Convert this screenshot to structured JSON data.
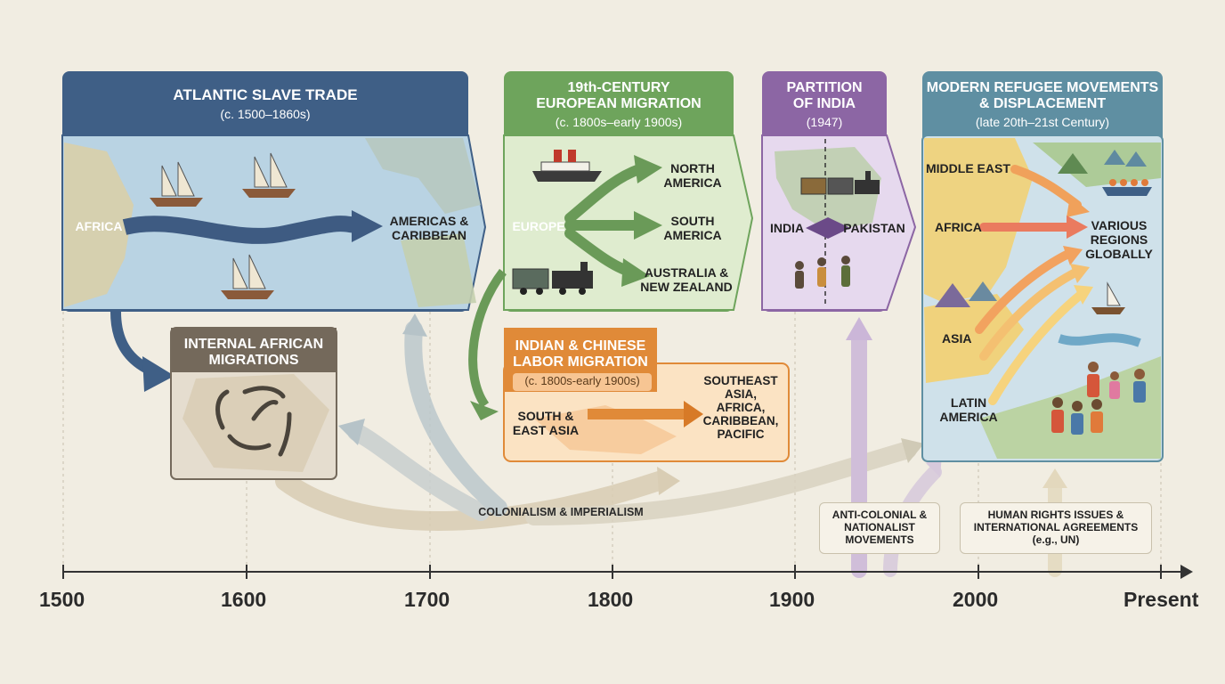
{
  "colors": {
    "background": "#f1ede2",
    "slave_trade": "#3f5f86",
    "european": "#6ea45c",
    "partition": "#8c66a4",
    "refugee": "#5f8fa2",
    "internal_african": "#74695b",
    "labor": "#e08a38",
    "colonial_arrow": "#d9cdb4"
  },
  "panels": {
    "slave_trade": {
      "title": "ATLANTIC SLAVE TRADE",
      "date": "(c. 1500–1860s)",
      "origin": "AFRICA",
      "destination": "AMERICAS &\nCARIBBEAN",
      "icon": "sailing-ship-icon"
    },
    "european": {
      "title": "19th-CENTURY\nEUROPEAN MIGRATION",
      "date": "(c. 1800s–early 1900s)",
      "origin": "EUROPE",
      "destinations": [
        "NORTH\nAMERICA",
        "SOUTH\nAMERICA",
        "AUSTRALIA &\nNEW ZEALAND"
      ],
      "icons": [
        "steamship-icon",
        "train-icon"
      ]
    },
    "partition": {
      "title": "PARTITION\nOF INDIA",
      "date": "(1947)",
      "left": "INDIA",
      "right": "PAKISTAN",
      "icons": [
        "train-icon",
        "walking-people-icon"
      ]
    },
    "refugee": {
      "title": "MODERN REFUGEE MOVEMENTS\n& DISPLACEMENT",
      "date": "(late 20th–21st Century)",
      "origins": [
        "MIDDLE EAST",
        "AFRICA",
        "ASIA",
        "LATIN\nAMERICA"
      ],
      "destination": "VARIOUS\nREGIONS\nGLOBALLY",
      "icons": [
        "tent-icon",
        "boat-icon",
        "people-icon"
      ]
    },
    "internal_african": {
      "title": "INTERNAL AFRICAN\nMIGRATIONS"
    },
    "labor": {
      "title": "INDIAN & CHINESE\nLABOR MIGRATION",
      "date": "(c. 1800s-early 1900s)",
      "origin": "SOUTH &\nEAST ASIA",
      "destination": "SOUTHEAST\nASIA,\nAFRICA,\nCARIBBEAN,\nPACIFIC"
    }
  },
  "forces": {
    "colonialism": "COLONIALISM & IMPERIALISM",
    "anti_colonial": "ANTI-COLONIAL &\nNATIONALIST\nMOVEMENTS",
    "human_rights": "HUMAN RIGHTS ISSUES &\nINTERNATIONAL AGREEMENTS\n(e.g., UN)"
  },
  "timeline": {
    "ticks": [
      "1500",
      "1600",
      "1700",
      "1800",
      "1900",
      "2000",
      "Present"
    ]
  }
}
